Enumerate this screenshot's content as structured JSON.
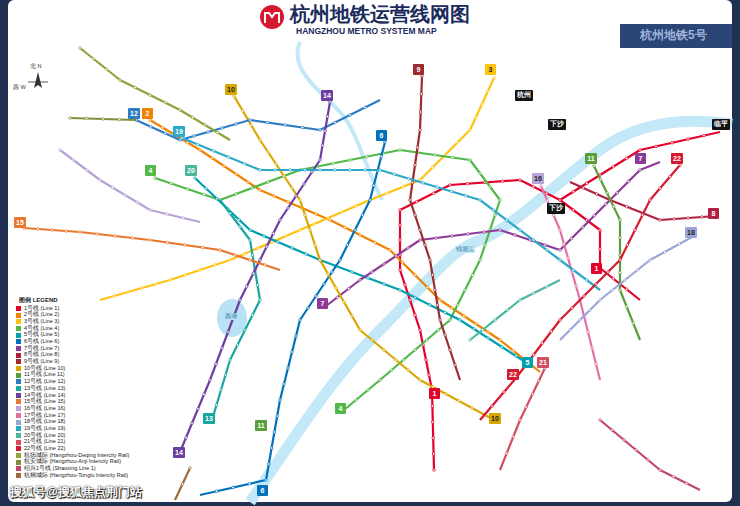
{
  "diagram": {
    "title": "杭州地铁运营线网图",
    "nodes": [
      {
        "text": [
          "9"
        ]
      },
      {
        "text": [
          "3"
        ]
      },
      {
        "text": [
          "14"
        ]
      },
      {
        "text": [
          "10"
        ]
      },
      {
        "text": [
          "12"
        ]
      },
      {
        "text": [
          "2"
        ]
      },
      {
        "text": [
          "19"
        ]
      },
      {
        "text": [
          "4"
        ]
      },
      {
        "text": [
          "20"
        ]
      },
      {
        "text": [
          "6"
        ]
      },
      {
        "text": [
          "16"
        ]
      },
      {
        "text": [
          "11"
        ]
      },
      {
        "text": [
          "7"
        ]
      },
      {
        "text": [
          "22"
        ]
      },
      {
        "text": [
          "8"
        ]
      },
      {
        "text": [
          "18"
        ]
      },
      {
        "text": [
          "15"
        ]
      },
      {
        "text": [
          "7"
        ]
      },
      {
        "text": [
          "1"
        ]
      },
      {
        "text": [
          "5"
        ]
      },
      {
        "text": [
          "21"
        ]
      },
      {
        "text": [
          "22"
        ]
      },
      {
        "text": [
          "13"
        ]
      },
      {
        "text": [
          "11"
        ]
      },
      {
        "text": [
          "4"
        ]
      },
      {
        "text": [
          "1"
        ]
      },
      {
        "text": [
          "10"
        ]
      },
      {
        "text": [
          "6"
        ]
      },
      {
        "text": [
          "14"
        ]
      },
      {
        "text": [
          "杭州"
        ]
      },
      {
        "text": [
          "下沙"
        ]
      },
      {
        "text": [
          "下沙"
        ]
      },
      {
        "text": [
          "临平"
        ]
      }
    ],
    "labels": [
      "HANGZHOU METRO SYSTEM MAP",
      "图例 LEGEND",
      "北 N",
      "西 W",
      "西湖",
      "钱塘江",
      "杭州地铁5号",
      "搜狐号@搜狐焦点荆门站"
    ],
    "legend": [
      {
        "text": "1号线 (Line 1)",
        "color": "#e4002b"
      },
      {
        "text": "2号线 (Line 2)",
        "color": "#f08300"
      },
      {
        "text": "3号线 (Line 3)",
        "color": "#ffc20e"
      },
      {
        "text": "4号线 (Line 4)",
        "color": "#52b848"
      },
      {
        "text": "5号线 (Line 5)",
        "color": "#00a0b0"
      },
      {
        "text": "6号线 (Line 6)",
        "color": "#0072bc"
      },
      {
        "text": "7号线 (Line 7)",
        "color": "#8c3b96"
      },
      {
        "text": "8号线 (Line 8)",
        "color": "#b1203f"
      },
      {
        "text": "9号线 (Line 9)",
        "color": "#9e2b2f"
      },
      {
        "text": "10号线 (Line 10)",
        "color": "#d9a800"
      },
      {
        "text": "11号线 (Line 11)",
        "color": "#5a9e3a"
      },
      {
        "text": "12号线 (Line 12)",
        "color": "#2e7cc3"
      },
      {
        "text": "13号线 (Line 13)",
        "color": "#1aa6a0"
      },
      {
        "text": "14号线 (Line 14)",
        "color": "#6b3fa0"
      },
      {
        "text": "15号线 (Line 15)",
        "color": "#e8772e"
      },
      {
        "text": "16号线 (Line 16)",
        "color": "#b7a3d8"
      },
      {
        "text": "17号线 (Line 17)",
        "color": "#e36fa5"
      },
      {
        "text": "18号线 (Line 18)",
        "color": "#9aa6d9"
      },
      {
        "text": "19号线 (Line 19)",
        "color": "#2ba8c8"
      },
      {
        "text": "20号线 (Line 20)",
        "color": "#4bb7a1"
      },
      {
        "text": "21号线 (Line 21)",
        "color": "#d14e64"
      },
      {
        "text": "22号线 (Line 22)",
        "color": "#d7192f"
      },
      {
        "text": "杭德城际 (Hangzhou-Deqing Intercity Rail)",
        "color": "#8da33b"
      },
      {
        "text": "杭安城际 (Hangzhou-Anji Intercity Rail)",
        "color": "#7e8f3a"
      },
      {
        "text": "绍兴1号线 (Shaoxing Line 1)",
        "color": "#c2466b"
      },
      {
        "text": "杭桐城际 (Hangzhou-Tonglu Intercity Rail)",
        "color": "#a06c3b"
      }
    ]
  }
}
